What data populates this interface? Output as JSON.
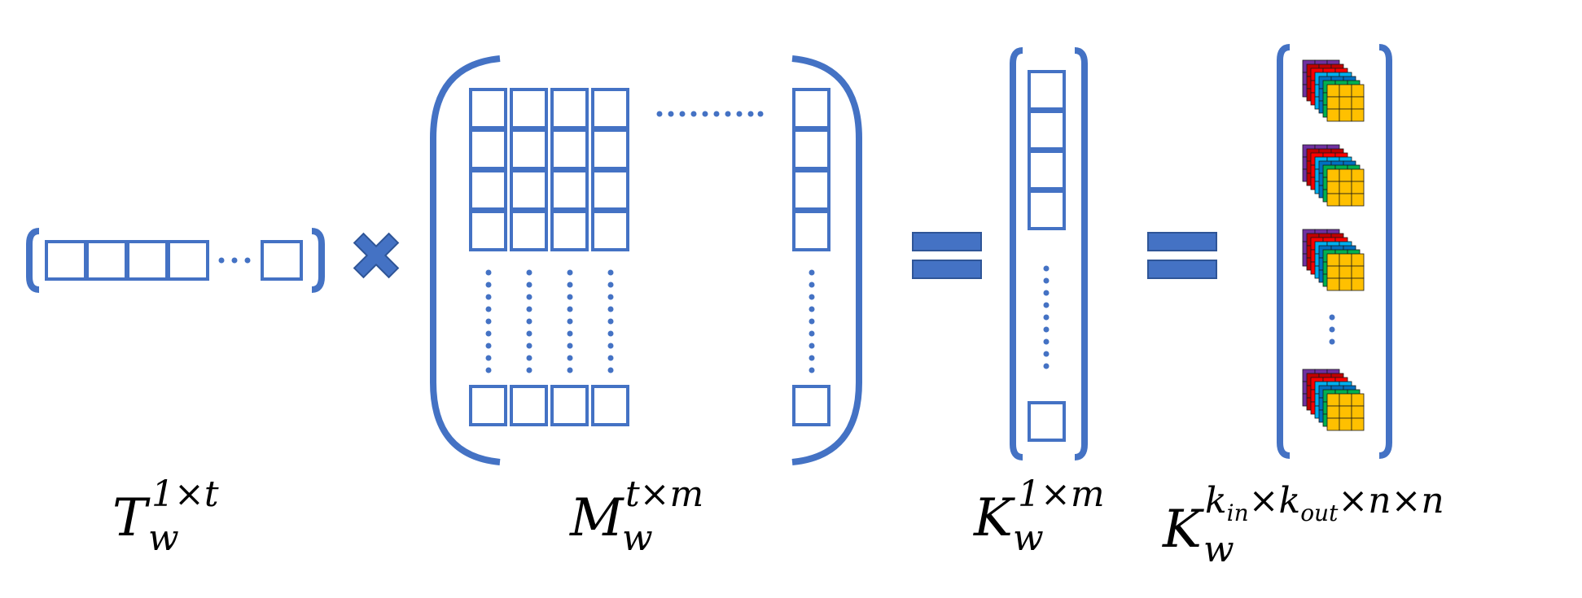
{
  "colors": {
    "stroke": "#4472C4",
    "operator": "#4472C4",
    "kernel_layers": [
      "#7030A0",
      "#C00000",
      "#FF0000",
      "#00B0F0",
      "#0070C0",
      "#00B050",
      "#FFC000"
    ],
    "text": "#000000"
  },
  "operators": {
    "multiply_icon": "multiply-x-icon",
    "equals_icon": "equals-icon"
  },
  "labels": {
    "T": {
      "base": "T",
      "sub": "w",
      "sup": "1×t"
    },
    "M": {
      "base": "M",
      "sub": "w",
      "sup": "t×m"
    },
    "K": {
      "base": "K",
      "sub": "w",
      "sup": "1×m"
    },
    "Kfull": {
      "base": "K",
      "sub": "w",
      "sup_parts": [
        "k",
        "in",
        "×k",
        "out",
        "×n×n"
      ]
    }
  }
}
